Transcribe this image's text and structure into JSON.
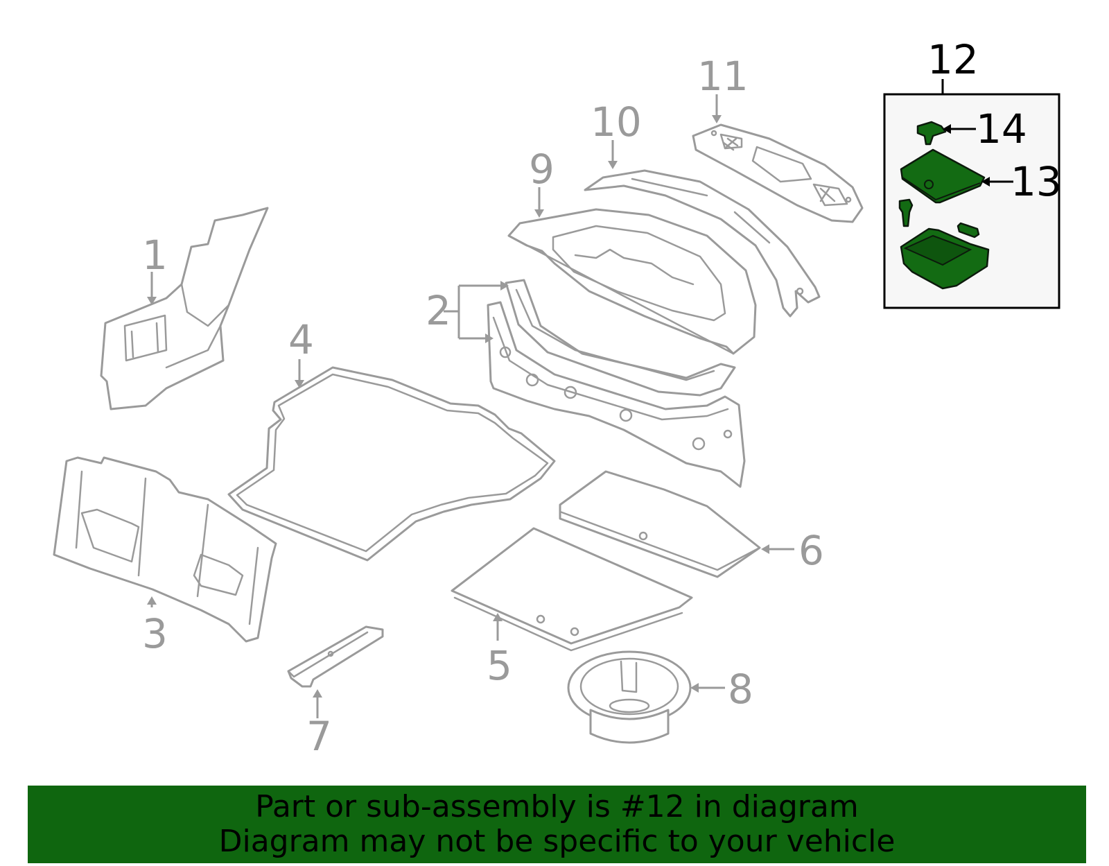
{
  "callouts": [
    "1",
    "2",
    "3",
    "4",
    "5",
    "6",
    "7",
    "8",
    "9",
    "10",
    "11",
    "12",
    "13",
    "14"
  ],
  "banner": {
    "line1": "Part or sub-assembly is #12 in diagram",
    "line2": "Diagram may not be specific to your vehicle"
  },
  "colors": {
    "highlight": "#136b13",
    "banner": "#0f660f",
    "line_art": "#9a9a9a"
  }
}
